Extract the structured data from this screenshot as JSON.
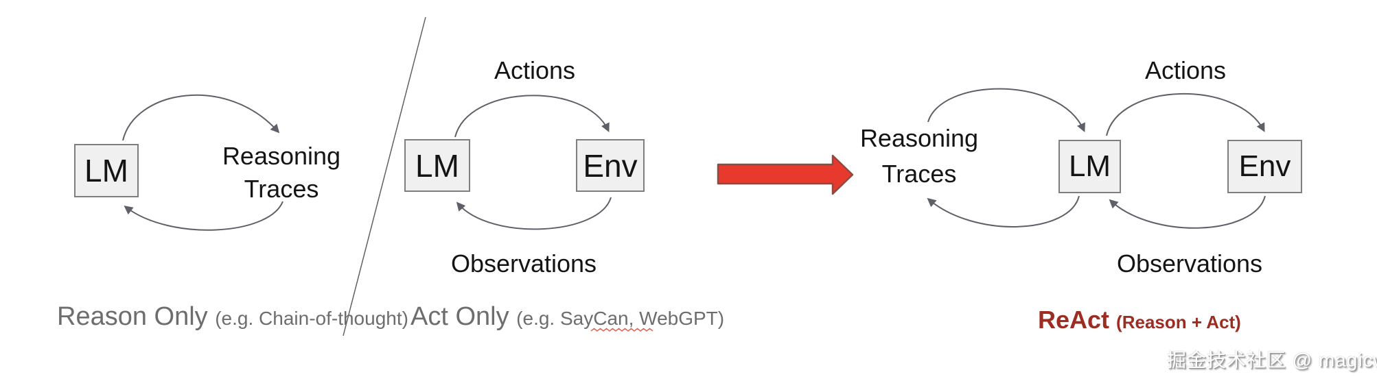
{
  "diagram": {
    "panel_reason_only": {
      "lm": "LM",
      "loop_line1": "Reasoning",
      "loop_line2": "Traces",
      "caption": "Reason Only",
      "caption_note": "(e.g. Chain-of-thought)"
    },
    "panel_act_only": {
      "lm": "LM",
      "env": "Env",
      "top_label": "Actions",
      "bottom_label": "Observations",
      "caption": "Act Only",
      "caption_note": "(e.g. SayCan, WebGPT)"
    },
    "panel_react": {
      "loop_line1": "Reasoning",
      "loop_line2": "Traces",
      "lm": "LM",
      "env": "Env",
      "top_label": "Actions",
      "bottom_label": "Observations",
      "caption": "ReAct",
      "caption_note": "(Reason + Act)"
    },
    "watermark": "掘金技术社区 @ magicwt"
  },
  "colors": {
    "accent_red": "#e83a2c",
    "arrow_border": "#8a4b42",
    "react_red": "#9b2d22",
    "caption_gray": "#6d6d6d",
    "stroke_gray": "#5d6066",
    "box_fill": "#f0f0f0",
    "box_border": "#7e7e7e",
    "squiggle_red": "#e0685a",
    "text_black": "#141414"
  }
}
